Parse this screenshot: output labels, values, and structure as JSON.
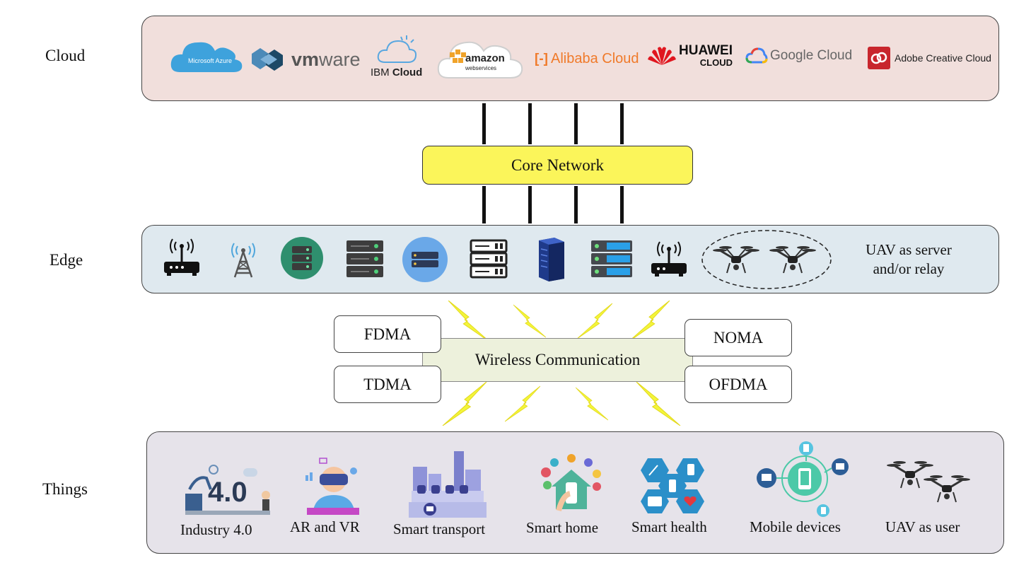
{
  "layers": {
    "cloud": "Cloud",
    "edge": "Edge",
    "things": "Things"
  },
  "cloud_providers": {
    "azure": "Microsoft Azure",
    "vmware_vm": "vm",
    "vmware_ware": "ware",
    "ibm_a": "IBM",
    "ibm_b": "Cloud",
    "amazon_a": "amazon",
    "amazon_b": "webservices",
    "alibaba": "Alibaba Cloud",
    "huawei_a": "HUAWEI",
    "huawei_b": "CLOUD",
    "google": "Google Cloud",
    "adobe": "Adobe Creative Cloud"
  },
  "core_network": "Core Network",
  "edge": {
    "uav_line1": "UAV as server",
    "uav_line2": "and/or relay"
  },
  "wireless": {
    "center": "Wireless Communication",
    "fdma": "FDMA",
    "tdma": "TDMA",
    "noma": "NOMA",
    "ofdma": "OFDMA"
  },
  "things": {
    "industry": "Industry 4.0",
    "industry_badge": "4.0",
    "arvr": "AR and VR",
    "transport": "Smart transport",
    "home": "Smart home",
    "health": "Smart health",
    "mobile": "Mobile devices",
    "uav_user": "UAV as user"
  },
  "colors": {
    "cloud_panel": "#f1dfdc",
    "edge_panel": "#dfe9ef",
    "things_panel": "#e6e3ea",
    "core": "#fbf55a",
    "wireless": "#edf1dc",
    "lightning": "#f3f53a"
  }
}
